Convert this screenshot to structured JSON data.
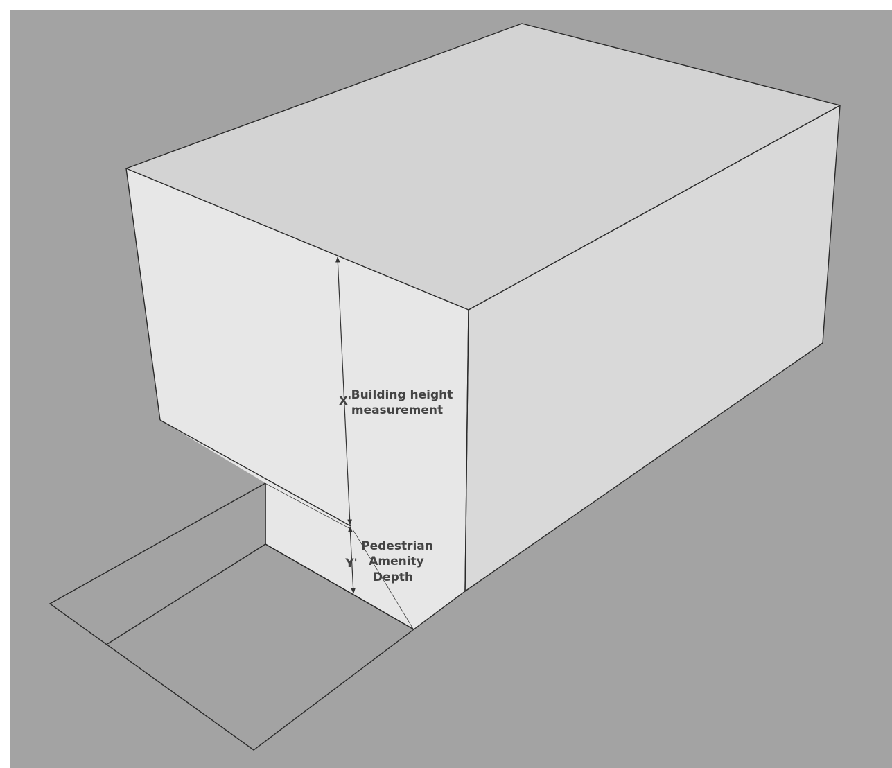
{
  "diagram": {
    "x_marker": "X'",
    "x_label_line1": "Building height",
    "x_label_line2": "measurement",
    "y_marker": "Y'",
    "y_label_line1": "Pedestrian",
    "y_label_line2": "Amenity",
    "y_label_line3": "Depth"
  },
  "colors": {
    "ground": "#a3a3a3",
    "roof": "#d3d3d3",
    "front_face": "#e7e7e7",
    "right_face": "#d9d9d9",
    "edges": "#2a2a2a",
    "label_text": "#444444"
  }
}
